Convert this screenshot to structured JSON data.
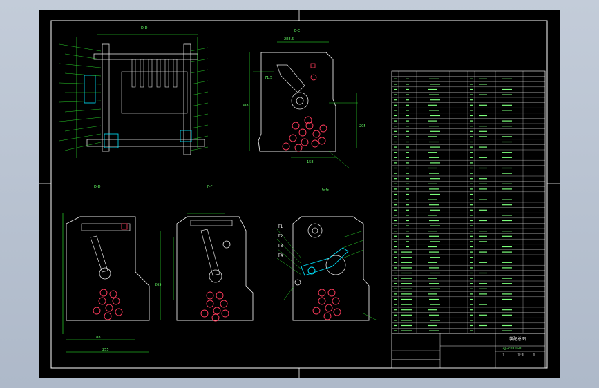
{
  "views": {
    "section_dd": "D-D",
    "section_ee": "E-E",
    "section_ff": "F-F",
    "section_gg": "G-G",
    "section_dd_below": "D-D"
  },
  "dimensions": {
    "ee_top": "288.5",
    "ee_side": "388",
    "ee_left": "71.5",
    "ee_right": "205",
    "ee_bottom": "158",
    "ff_bottom1": "188",
    "ff_bottom2": "255",
    "ff_side": "265"
  },
  "gg_callouts": [
    "T1",
    "T2",
    "T3",
    "T4"
  ],
  "bom": {
    "title_block_name": "装配总图",
    "drawing_no": "ZJJ-ZP-00-0",
    "scale_cells": [
      "1",
      "1:1",
      "1"
    ],
    "row_count": 50
  },
  "colors": {
    "background": "#000000",
    "frame": "#ffffff",
    "geometry": "#e0e0e0",
    "dimension": "#33ff33",
    "parts": "#ff3b5c",
    "accent": "#00e5ff",
    "table_text": "#7cff7c"
  }
}
